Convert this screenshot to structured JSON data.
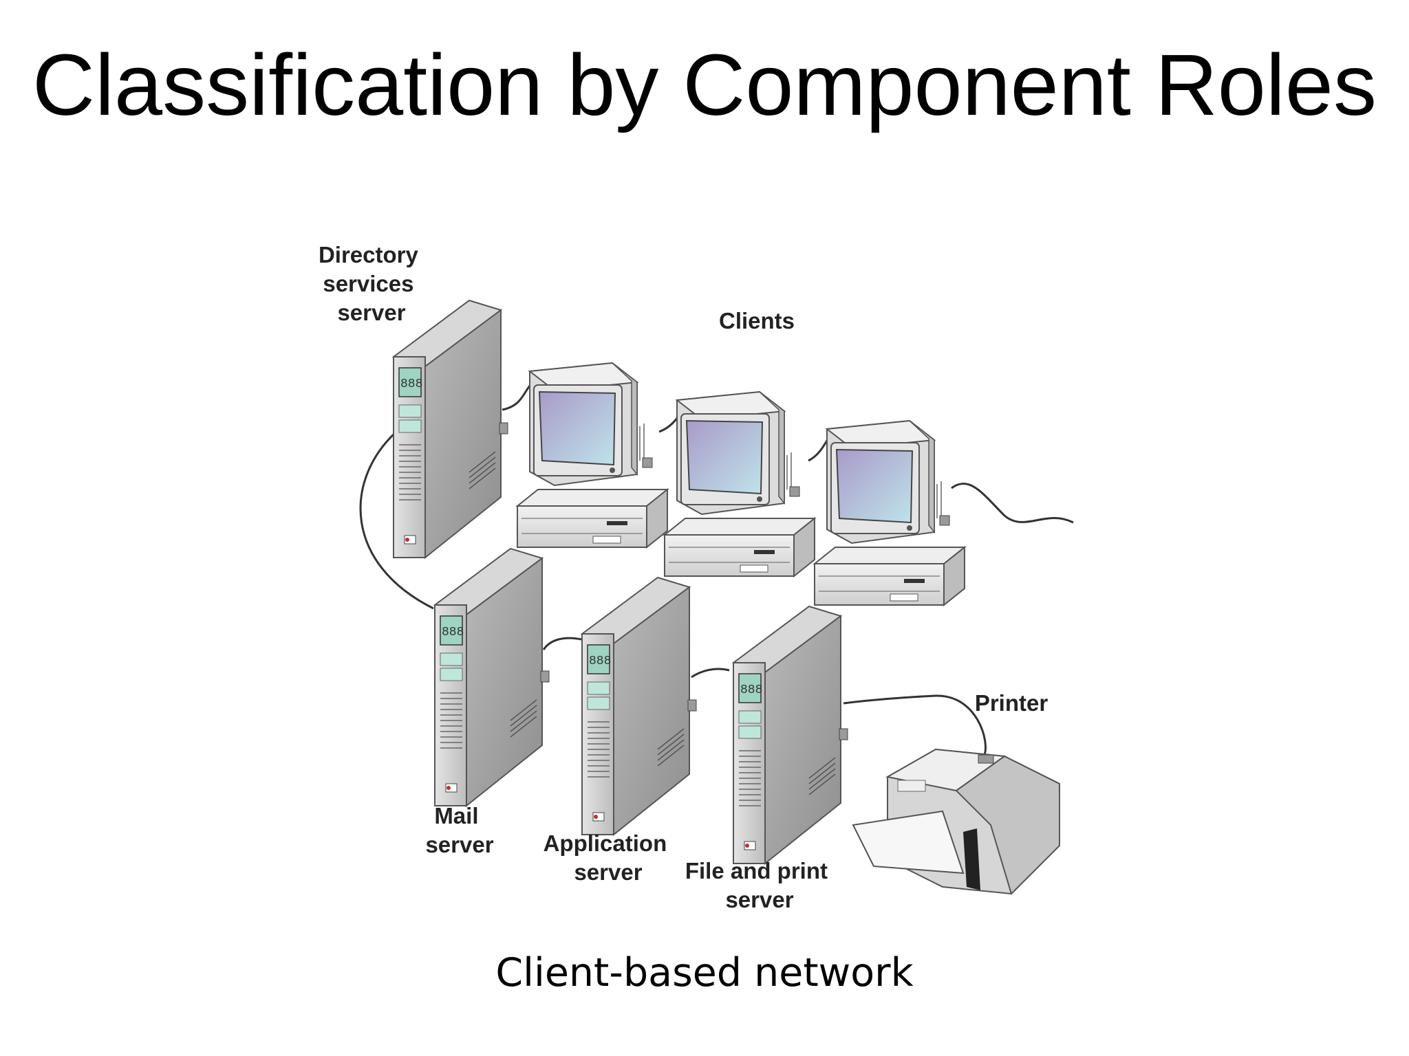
{
  "title": "Classification by Component Roles",
  "caption": "Client-based network",
  "labels": {
    "directory_server": [
      "Directory",
      "services",
      "server"
    ],
    "clients": "Clients",
    "mail_server": [
      "Mail",
      "server"
    ],
    "application_server": [
      "Application",
      "server"
    ],
    "file_print_server": [
      "File and print",
      "server"
    ],
    "printer": "Printer"
  },
  "icons": {
    "server": "server-tower-icon",
    "client": "desktop-computer-icon",
    "printer": "printer-icon"
  },
  "colors": {
    "text": "#000000",
    "label": "#222222",
    "server_body": "#c9c9c9",
    "screen": "#b9aed2",
    "cable": "#333333"
  }
}
